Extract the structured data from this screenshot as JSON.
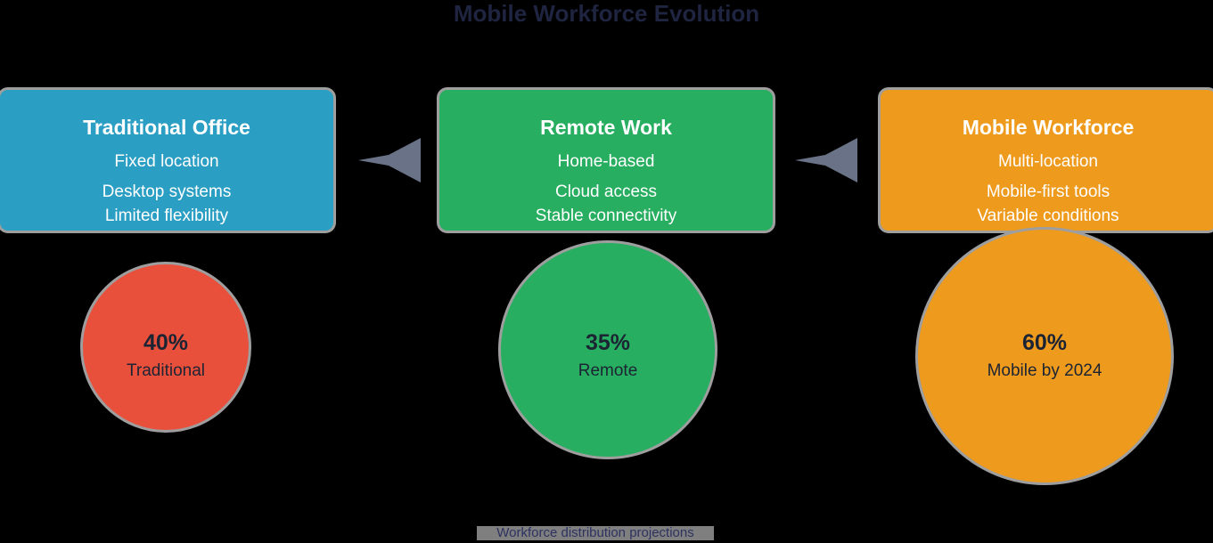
{
  "title": "Mobile Workforce Evolution",
  "caption": "Workforce distribution projections",
  "colors": {
    "background": "#000000",
    "title_text": "#1f2440",
    "arrow": "#6a7287",
    "node_border": "#9e9e9e",
    "node_text": "#ffffff",
    "stat_text": "#1c2433",
    "caption_bg": "#7f7f7f",
    "caption_text": "#2d3260",
    "traditional_box": "#2b9ec3",
    "remote_box": "#27ae60",
    "mobile_box": "#ee9a1d",
    "traditional_circle": "#e8503c",
    "remote_circle": "#27ae60",
    "mobile_circle": "#ee9a1d"
  },
  "stages": [
    {
      "title": "Traditional Office",
      "lines": [
        "Fixed location",
        "Desktop systems",
        "Limited flexibility"
      ],
      "fill": "#2b9ec3"
    },
    {
      "title": "Remote Work",
      "lines": [
        "Home-based",
        "Cloud access",
        "Stable connectivity"
      ],
      "fill": "#27ae60"
    },
    {
      "title": "Mobile Workforce",
      "lines": [
        "Multi-location",
        "Mobile-first tools",
        "Variable conditions"
      ],
      "fill": "#ee9a1d"
    }
  ],
  "stats": [
    {
      "value": "40%",
      "label": "Traditional",
      "fill": "#e8503c"
    },
    {
      "value": "35%",
      "label": "Remote",
      "fill": "#27ae60"
    },
    {
      "value": "60%",
      "label": "Mobile by 2024",
      "fill": "#ee9a1d"
    }
  ]
}
